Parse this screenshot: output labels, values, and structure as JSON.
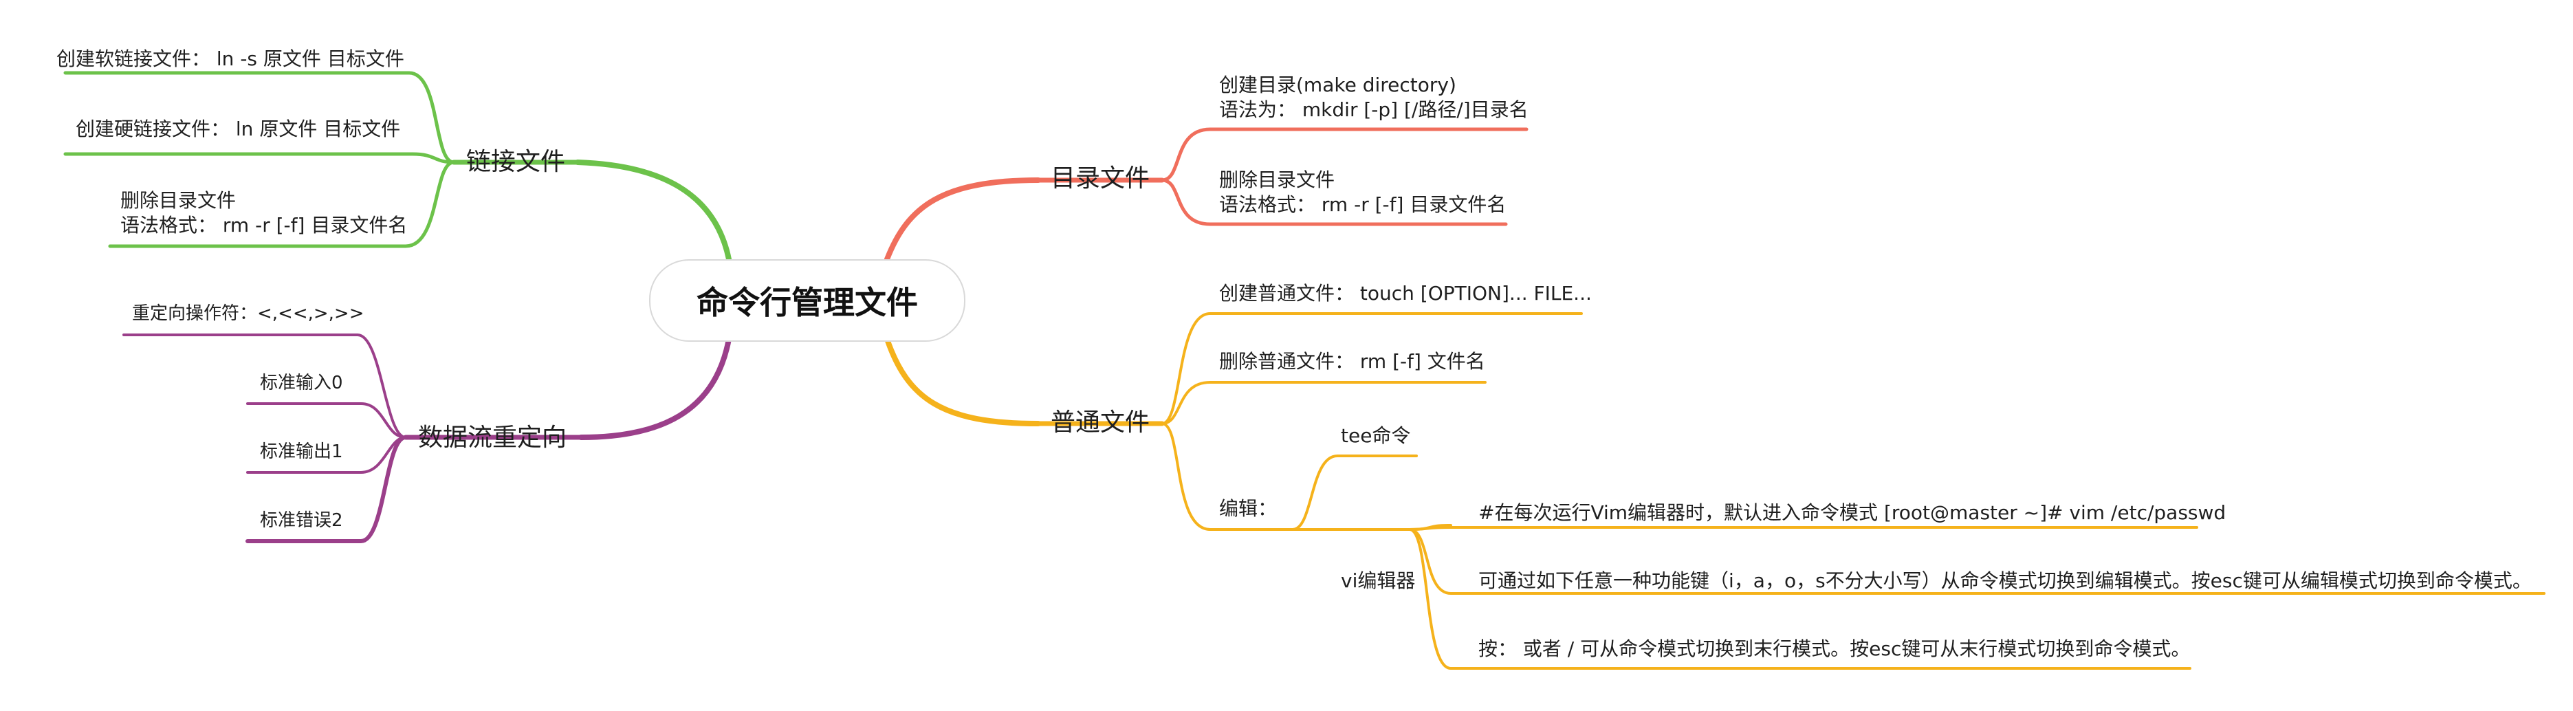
{
  "root": {
    "title": "命令行管理文件"
  },
  "colors": {
    "link": "#6cc24a",
    "stream": "#9b3f8a",
    "dir": "#f06e5c",
    "file": "#f5b21b"
  },
  "link_files": {
    "title": "链接文件",
    "items": [
      "创建软链接文件：   ln -s 原文件 目标文件",
      "创建硬链接文件：   ln 原文件 目标文件"
    ],
    "delete": {
      "line1": "删除目录文件",
      "line2": "语法格式：   rm -r [-f]  目录文件名"
    }
  },
  "data_stream": {
    "title": "数据流重定向",
    "items": [
      "重定向操作符：<,<<,>,>>",
      "标准输入0",
      "标准输出1",
      "标准错误2"
    ]
  },
  "directory": {
    "title": "目录文件",
    "create": {
      "line1": "创建目录(make directory)",
      "line2": "语法为：   mkdir [-p] [/路径/]目录名"
    },
    "delete": {
      "line1": "删除目录文件",
      "line2": "语法格式：   rm -r [-f]  目录文件名"
    }
  },
  "regular_file": {
    "title": "普通文件",
    "create": "创建普通文件：   touch [OPTION]... FILE...",
    "delete": "删除普通文件：   rm [-f]  文件名",
    "edit": {
      "label": "编辑：",
      "tee": "tee命令",
      "vi": {
        "label": "vi编辑器",
        "items": [
          "#在每次运行Vim编辑器时，默认进入命令模式 [root@master ~]# vim /etc/passwd",
          "可通过如下任意一种功能键（i，a，o，s不分大小写）从命令模式切换到编辑模式。按esc键可从编辑模式切换到命令模式。",
          "按：  或者 / 可从命令模式切换到末行模式。按esc键可从末行模式切换到命令模式。"
        ]
      }
    }
  }
}
